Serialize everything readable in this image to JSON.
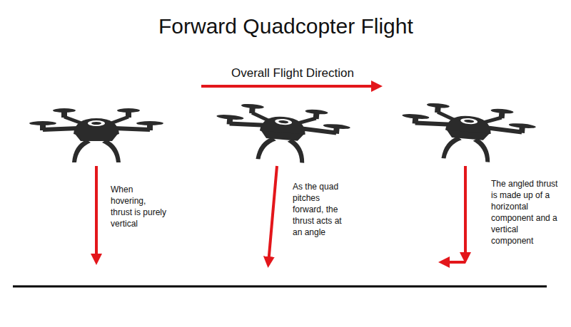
{
  "diagram": {
    "title": "Forward Quadcopter Flight",
    "labels": [
      "Overall Flight Direction",
      "When hovering, thrust is purely vertical",
      "As the quad pitches forward, the thrust acts at an angle",
      "The angled thrust is made up of a horizontal component and a vertical component"
    ]
  }
}
